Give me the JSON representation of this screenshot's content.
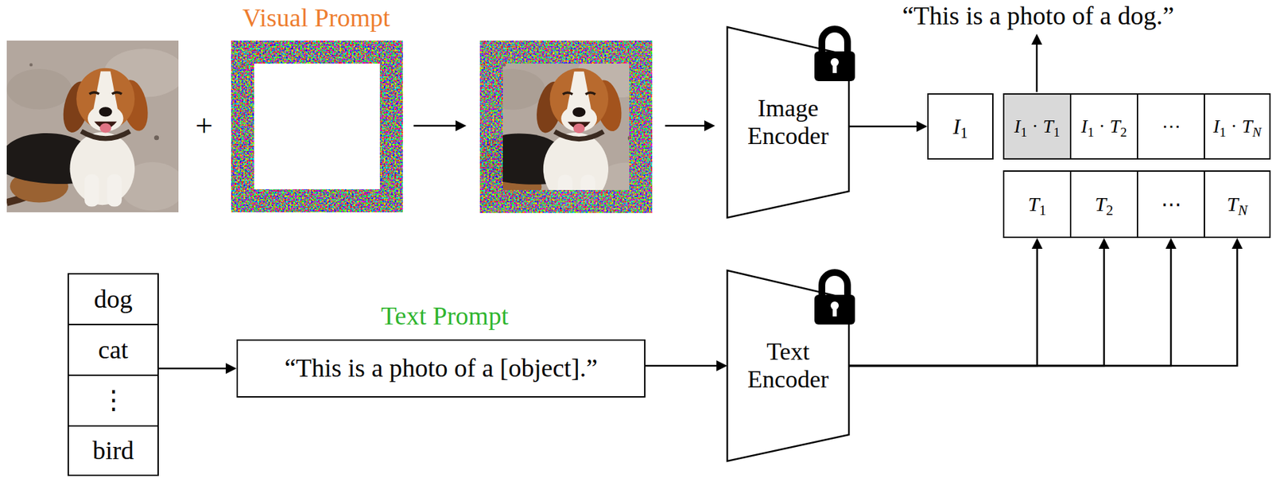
{
  "diagram": {
    "nodes": [
      {
        "text": [
          "Image Encoder"
        ]
      },
      {
        "text": [
          "I1"
        ]
      },
      {
        "text": [
          "I1 · T1"
        ]
      },
      {
        "text": [
          "I1 · T2"
        ]
      },
      {
        "text": [
          "⋯"
        ]
      },
      {
        "text": [
          "I1 · TN"
        ]
      },
      {
        "text": [
          "T1"
        ]
      },
      {
        "text": [
          "T2"
        ]
      },
      {
        "text": [
          "⋯"
        ]
      },
      {
        "text": [
          "TN"
        ]
      },
      {
        "text": [
          "dog"
        ]
      },
      {
        "text": [
          "cat"
        ]
      },
      {
        "text": [
          "⋮"
        ]
      },
      {
        "text": [
          "bird"
        ]
      },
      {
        "text": [
          "“This is a photo of a [object].”"
        ]
      },
      {
        "text": [
          "Text Encoder"
        ]
      }
    ],
    "edges": [
      {
        "from": 0,
        "to": 1,
        "arrow": "to"
      },
      {
        "from": 11,
        "to": 14,
        "arrow": "to"
      },
      {
        "from": 14,
        "to": 15,
        "arrow": "to"
      },
      {
        "from": 15,
        "to": 6,
        "arrow": "to"
      },
      {
        "from": 15,
        "to": 7,
        "arrow": "to"
      },
      {
        "from": 15,
        "to": 8,
        "arrow": "to"
      },
      {
        "from": 15,
        "to": 9,
        "arrow": "to"
      }
    ],
    "labels": [
      "Visual Prompt",
      "+",
      "“This is a photo of a dog.”",
      "Text Prompt"
    ]
  }
}
